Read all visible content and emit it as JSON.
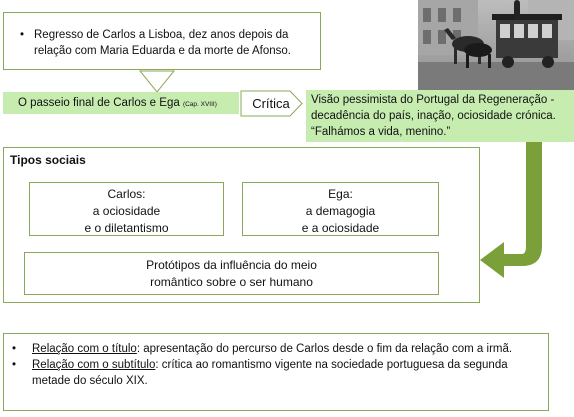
{
  "intro": {
    "text": "Regresso de Carlos a Lisboa, dez anos depois da relação com Maria Eduarda e da morte de Afonso."
  },
  "passeio": {
    "title": "O passeio final de Carlos e Ega",
    "cap": "(Cap. XVIII)"
  },
  "critica": {
    "label": "Crítica",
    "text": "Visão pessimista do Portugal da Regeneração - decadência do país, inação, ociosidade crónica. “Falhámos a vida, menino.”"
  },
  "tipos": {
    "heading": "Tipos sociais",
    "carlos": [
      "Carlos:",
      "a ociosidade",
      "e o diletantismo"
    ],
    "ega": [
      "Ega:",
      "a demagogia",
      "e a ociosidade"
    ],
    "prototipos": [
      "Protótipos da influência do meio",
      "romântico sobre o ser humano"
    ]
  },
  "relacoes": [
    {
      "label": "Relação com o título",
      "text": ": apresentação do percurso de Carlos desde o fim da relação com a irmã."
    },
    {
      "label": "Relação com o subtítulo",
      "text": ": crítica ao romantismo vigente na sociedade portuguesa da segunda metade do século XIX."
    }
  ],
  "colors": {
    "border_green": "#8aa85a",
    "fill_green": "#c6ecb0",
    "arrow_green": "#7ba03a"
  },
  "icons": [
    "down-arrow-icon",
    "right-arrow-icon",
    "curved-arrow-icon"
  ]
}
